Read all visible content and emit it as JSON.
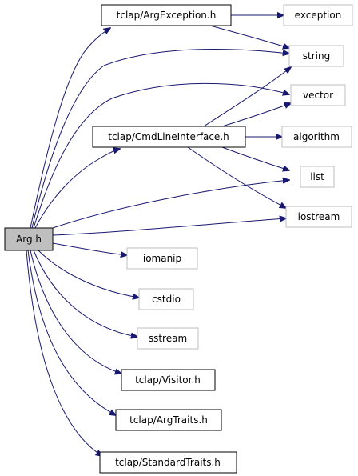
{
  "colors": {
    "edge": "#191970",
    "root_fill": "#bfbfbf",
    "internal_border": "#000000",
    "external_border": "#bfbfbf"
  },
  "nodes": {
    "arg_h": {
      "label": "Arg.h",
      "kind": "root"
    },
    "argexception_h": {
      "label": "tclap/ArgException.h",
      "kind": "internal"
    },
    "exception": {
      "label": "exception",
      "kind": "external"
    },
    "string": {
      "label": "string",
      "kind": "external"
    },
    "vector": {
      "label": "vector",
      "kind": "external"
    },
    "cmdlineinterface_h": {
      "label": "tclap/CmdLineInterface.h",
      "kind": "internal"
    },
    "algorithm": {
      "label": "algorithm",
      "kind": "external"
    },
    "list": {
      "label": "list",
      "kind": "external"
    },
    "iostream": {
      "label": "iostream",
      "kind": "external"
    },
    "iomanip": {
      "label": "iomanip",
      "kind": "external"
    },
    "cstdio": {
      "label": "cstdio",
      "kind": "external"
    },
    "sstream": {
      "label": "sstream",
      "kind": "external"
    },
    "visitor_h": {
      "label": "tclap/Visitor.h",
      "kind": "internal"
    },
    "argtraits_h": {
      "label": "tclap/ArgTraits.h",
      "kind": "internal"
    },
    "standardtraits_h": {
      "label": "tclap/StandardTraits.h",
      "kind": "internal"
    }
  },
  "edges": [
    {
      "from": "arg_h",
      "to": "argexception_h"
    },
    {
      "from": "arg_h",
      "to": "string"
    },
    {
      "from": "arg_h",
      "to": "vector"
    },
    {
      "from": "arg_h",
      "to": "cmdlineinterface_h"
    },
    {
      "from": "arg_h",
      "to": "list"
    },
    {
      "from": "arg_h",
      "to": "iostream"
    },
    {
      "from": "arg_h",
      "to": "iomanip"
    },
    {
      "from": "arg_h",
      "to": "cstdio"
    },
    {
      "from": "arg_h",
      "to": "sstream"
    },
    {
      "from": "arg_h",
      "to": "visitor_h"
    },
    {
      "from": "arg_h",
      "to": "argtraits_h"
    },
    {
      "from": "arg_h",
      "to": "standardtraits_h"
    },
    {
      "from": "argexception_h",
      "to": "exception"
    },
    {
      "from": "argexception_h",
      "to": "string"
    },
    {
      "from": "cmdlineinterface_h",
      "to": "string"
    },
    {
      "from": "cmdlineinterface_h",
      "to": "vector"
    },
    {
      "from": "cmdlineinterface_h",
      "to": "algorithm"
    },
    {
      "from": "cmdlineinterface_h",
      "to": "list"
    },
    {
      "from": "cmdlineinterface_h",
      "to": "iostream"
    }
  ]
}
